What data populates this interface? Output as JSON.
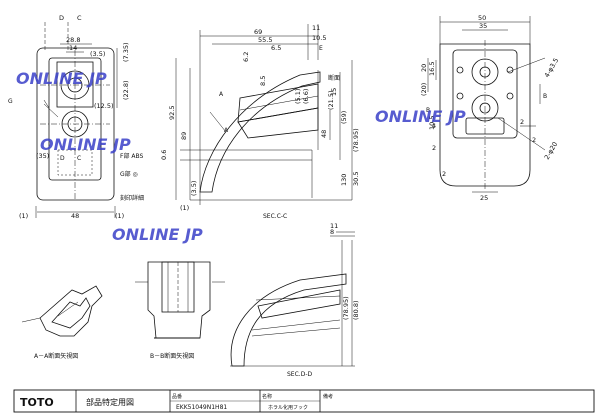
{
  "watermark": "ONLINE JP",
  "title_block": {
    "brand": "TOTO",
    "doc_type": "部品特定用図",
    "part_no_label": "品番",
    "part_no": "EKK51049N1H81",
    "name_label": "名称",
    "name": "ホラル化用フック",
    "remarks_label": "備考"
  },
  "front_view": {
    "dims": [
      "D",
      "C",
      "28.8",
      "14",
      "(3.5)",
      "(12.5)",
      "(35)",
      "(1)",
      "48",
      "(1)",
      "(7.35)",
      "(22.8)"
    ],
    "labels": [
      "G",
      "D",
      "C",
      "F部 ABS",
      "G部 ◎",
      "刻印詳細"
    ]
  },
  "section_cc": {
    "title": "SEC.C-C",
    "dims": [
      "69",
      "55.5",
      "11",
      "10.5",
      "6.5",
      "6.2",
      "E",
      "8.5",
      "(5.1)",
      "(6.6)",
      "(21.5)",
      "48",
      "15",
      "(59)",
      "(78.95)",
      "92.5",
      "89",
      "130",
      "(1)",
      "0.6",
      "(3.5)",
      "30.5",
      "A",
      "A"
    ],
    "labels": [
      "断面"
    ]
  },
  "right_view": {
    "dims": [
      "50",
      "35",
      "20",
      "16.5",
      "(20)",
      "4-φ3.5",
      "10.5",
      "2-φ20",
      "B",
      "B",
      "25",
      "2",
      "2",
      "2",
      "4",
      "2"
    ]
  },
  "section_aa": {
    "title": "A－A断面矢視図"
  },
  "section_bb": {
    "title": "B－B断面矢視図"
  },
  "section_dd": {
    "title": "SEC.D-D",
    "dims": [
      "11",
      "8",
      "(78.95)",
      "(80.8)"
    ]
  }
}
